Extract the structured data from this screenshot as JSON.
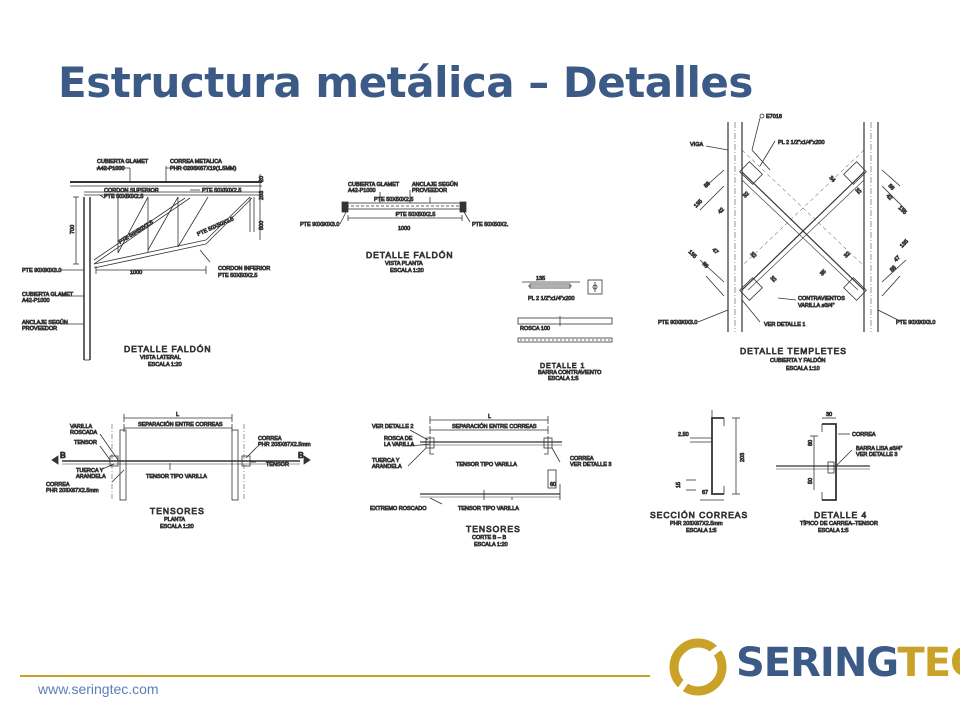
{
  "title": "Estructura metálica – Detalles",
  "footer": {
    "url": "www.seringtec.com"
  },
  "logo": {
    "part1": "SERING",
    "part2": "TEC",
    "color1": "#3b5a86",
    "color2": "#c9a227"
  },
  "colors": {
    "title": "#3b5a86",
    "accent_gold": "#c9a227",
    "line": "#333333"
  },
  "faldon_lateral": {
    "labels": {
      "cubierta": "CUBIERTA GLAMET",
      "cubierta2": "A42-P1000",
      "correa": "CORREA METALICA",
      "correa2": "PHR C203X67X19(1.5MM)",
      "cordon_sup": "CORDON SUPERIOR",
      "cordon_sup2": "PTE 50X50X2.5",
      "pte_a": "PTE 50X50X2.5",
      "pte_diag1": "PTE 50X50X2.5",
      "pte_diag2": "PTE 50X50X2.5",
      "dim700": "700",
      "dim500": "500",
      "dim1000": "1000",
      "dim20": "20",
      "dim203": "203",
      "pte90": "PTE 90X90X3.0",
      "cordon_inf": "CORDON INFERIOR",
      "cordon_inf2": "PTE 50X50X2.5",
      "cubierta_b": "CUBIERTA GLAMET",
      "cubierta_b2": "A42-P1000",
      "anclaje": "ANCLAJE SEGÚN",
      "anclaje2": "PROVEEDOR"
    },
    "caption": "DETALLE FALDÓN",
    "sub1": "VISTA LATERAL",
    "sub2": "ESCALA 1:20"
  },
  "faldon_planta": {
    "labels": {
      "cubierta": "CUBIERTA GLAMET",
      "cubierta2": "A42-P1000",
      "anclaje": "ANCLAJE SEGÚN",
      "anclaje2": "PROVEEDOR",
      "pte_a": "PTE 50X50X2.5",
      "pte_b": "PTE 50X50X2.5",
      "pte90": "PTE 90X90X3.0",
      "pte_c": "PTE 50X50X2.",
      "dim1000": "1000"
    },
    "caption": "DETALLE FALDÓN",
    "sub1": "VISTA PLANTA",
    "sub2": "ESCALA 1:20"
  },
  "templetes": {
    "labels": {
      "e7018": "E7018",
      "viga": "VIGA",
      "pl": "PL 2 1/2\"x1/4\"x200",
      "d88a": "88",
      "d135a": "135",
      "d32a": "32",
      "d42a": "42",
      "d34": "34",
      "d32b": "32",
      "d42b": "42",
      "d88b": "88",
      "d135b": "135",
      "d135c": "135",
      "d47a": "47",
      "d88c": "88",
      "d32c": "32",
      "d32d": "32",
      "d35": "35",
      "d135d": "135",
      "d47b": "47",
      "d88d": "88",
      "contra": "CONTRAVIENTOS",
      "contra2": "VARILLA ø3/4\"",
      "pte90a": "PTE 90X90X3.0",
      "ver": "VER DETALLE 1",
      "pte90b": "PTE 90X90X3.0"
    },
    "caption": "DETALLE TEMPLETES",
    "sub1": "CUBIERTA Y FALDÓN",
    "sub2": "ESCALA 1:10"
  },
  "detalle1": {
    "labels": {
      "d135": "135",
      "pl": "PL 2 1/2\"x1/4\"x200",
      "ros": "ROSCA 100"
    },
    "caption": "DETALLE 1",
    "sub1": "BARRA CONTRAVIENTO",
    "sub2": "ESCALA 1:5"
  },
  "tensores_planta": {
    "labels": {
      "varilla": "VARILLA",
      "varilla2": "ROSCADA",
      "tensor": "TENSOR",
      "sep": "SEPARACIÓN ENTRE CORREAS",
      "l": "L",
      "correa": "CORREA",
      "correa2": "PHR 203X67X2.5mm",
      "tensor_r": "TENSOR",
      "tuerca": "TUERCA Y",
      "tuerca2": "ARANDELA",
      "tensor_tipo": "TENSOR TIPO VARILLA",
      "correa_b": "CORREA",
      "correa_b2": "PHR 203X67X2.5mm",
      "b1": "B",
      "b2": "B"
    },
    "caption": "TENSORES",
    "sub1": "PLANTA",
    "sub2": "ESCALA 1:20"
  },
  "tensores_corte": {
    "labels": {
      "ver2": "VER DETALLE 2",
      "sep": "SEPARACIÓN ENTRE CORREAS",
      "l": "L",
      "rosca": "ROSCA DE",
      "rosca2": "LA VARILLA",
      "tuerca": "TUERCA Y",
      "tuerca2": "ARANDELA",
      "tensor_tipo": "TENSOR TIPO VARILLA",
      "correa": "CORREA",
      "correa2": "VER DETALLE 3",
      "d60": "60",
      "extremo": "EXTREMO ROSCADO",
      "tensor_tipo2": "TENSOR TIPO VARILLA"
    },
    "caption": "TENSORES",
    "sub1": "CORTE B – B",
    "sub2": "ESCALA 1:20"
  },
  "seccion_correas": {
    "labels": {
      "d250": "2.50",
      "d203": "203",
      "d15": "15",
      "d67": "67"
    },
    "caption": "SECCIÓN CORREAS",
    "sub1": "PHR 203X67X2.5mm",
    "sub2": "ESCALA 1:5"
  },
  "detalle4": {
    "labels": {
      "d30": "30",
      "correa": "CORREA",
      "d80": "80",
      "d50": "50",
      "barra": "BARRA LISA ø3/4\"",
      "barra2": "VER DETALLE 3"
    },
    "caption": "DETALLE 4",
    "sub1": "TÍPICO DE CARREA–TENSOR",
    "sub2": "ESCALA 1:5"
  }
}
